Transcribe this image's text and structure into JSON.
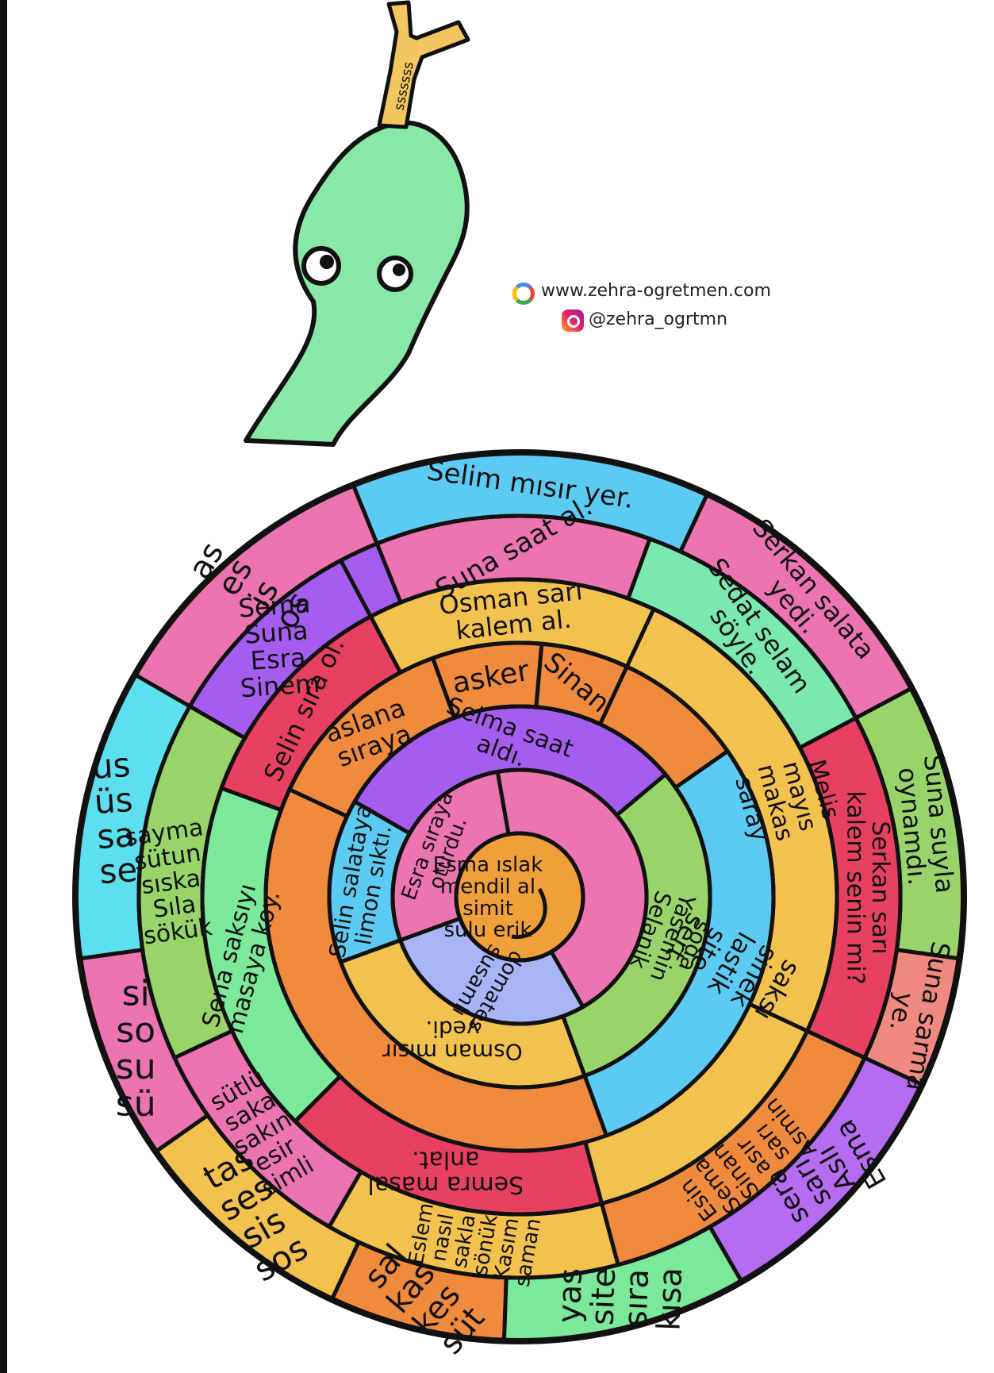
{
  "credits": {
    "website": "www.zehra-ogretmen.com",
    "instagram": "@zehra_ogrtmn"
  },
  "colors": {
    "snake_head": "#88e8a8",
    "tongue": "#f3c660",
    "outline": "#111111"
  },
  "tongue_text": "sssssss",
  "segments": [
    {
      "id": "seg-as",
      "color": "#ec74b0",
      "lines": [
        "as",
        "es",
        "is",
        "os"
      ]
    },
    {
      "id": "seg-sema-list",
      "color": "#a55df0",
      "lines": [
        "Sema",
        "Suna",
        "Esra",
        "Sinem"
      ]
    },
    {
      "id": "seg-us",
      "color": "#5ce0f0",
      "lines": [
        "us",
        "üs",
        "sa",
        "se"
      ]
    },
    {
      "id": "seg-si",
      "color": "#ec74b0",
      "lines": [
        "si",
        "so",
        "su",
        "sü"
      ]
    },
    {
      "id": "seg-sayma",
      "color": "#98d46a",
      "lines": [
        "sayma",
        "sütun",
        "sıska",
        "Sıla",
        "sökük"
      ]
    },
    {
      "id": "seg-tas",
      "color": "#f3c14d",
      "lines": [
        "tas",
        "ses",
        "sis",
        "sos"
      ]
    },
    {
      "id": "seg-sutlu",
      "color": "#ec74b0",
      "lines": [
        "sütlü",
        "saka",
        "sakın",
        "esir",
        "simli"
      ]
    },
    {
      "id": "seg-sal",
      "color": "#f08a3c",
      "lines": [
        "sal",
        "kas",
        "kes",
        "süt"
      ]
    },
    {
      "id": "seg-eslem",
      "color": "#f3c14d",
      "lines": [
        "Eslem",
        "nasıl",
        "sakla",
        "sönük",
        "Kasım",
        "saman"
      ]
    },
    {
      "id": "seg-yas",
      "color": "#7be89a",
      "lines": [
        "yas",
        "site",
        "sıra",
        "kısa"
      ]
    },
    {
      "id": "seg-sera",
      "color": "#b56cf0",
      "lines": [
        "sera",
        "sarı",
        "Aslı",
        "Esma"
      ]
    },
    {
      "id": "seg-esin",
      "color": "#f08a3c",
      "lines": [
        "Esin",
        "Sema",
        "Sinan",
        "asır",
        "sarı",
        "Asmin"
      ]
    },
    {
      "id": "seg-suna-saat",
      "color": "#ec74b0",
      "lines": [
        "Suna saat al."
      ]
    },
    {
      "id": "seg-selim",
      "color": "#5ccbf3",
      "lines": [
        "Selim mısır yer."
      ]
    },
    {
      "id": "seg-serkan-salata",
      "color": "#ec74b0",
      "lines": [
        "Serkan salata",
        "yedi."
      ]
    },
    {
      "id": "seg-suna-suyla",
      "color": "#98d46a",
      "lines": [
        "Suna suyla",
        "oynamdı."
      ]
    },
    {
      "id": "seg-suna-sarma",
      "color": "#f08a80",
      "lines": [
        "Suna sarma",
        "ye."
      ]
    },
    {
      "id": "seg-osman-kalem",
      "color": "#f3c14d",
      "lines": [
        "Osman sarı",
        "kalem al."
      ]
    },
    {
      "id": "seg-sedat",
      "color": "#7be8b0",
      "lines": [
        "Sedat selam",
        "söyle."
      ]
    },
    {
      "id": "seg-serkan-kalem",
      "color": "#e84060",
      "lines": [
        "Serkan sarı",
        "kalem senin mi?"
      ]
    },
    {
      "id": "seg-selin-sira",
      "color": "#e84060",
      "lines": [
        "Selin sıra ol."
      ]
    },
    {
      "id": "seg-sena",
      "color": "#7be89a",
      "lines": [
        "Sena saksıyı",
        "masaya koy."
      ]
    },
    {
      "id": "seg-semra",
      "color": "#e84060",
      "lines": [
        "Semra masal",
        "anlat."
      ]
    },
    {
      "id": "seg-aslana",
      "color": "#f08a3c",
      "lines": [
        "aslana",
        "sıraya"
      ]
    },
    {
      "id": "seg-asker",
      "color": "#f08a3c",
      "lines": [
        "asker"
      ]
    },
    {
      "id": "seg-sinan",
      "color": "#f08a3c",
      "lines": [
        "Sinan"
      ]
    },
    {
      "id": "seg-melis",
      "color": "#f3c14d",
      "lines": [
        "Melis",
        "mayıs",
        "makas",
        "saray"
      ]
    },
    {
      "id": "seg-saksi",
      "color": "#5ccbf3",
      "lines": [
        "saksı",
        "sinek",
        "lastik",
        "site",
        "sert"
      ]
    },
    {
      "id": "seg-selin-salata",
      "color": "#5ccbf3",
      "lines": [
        "Selin salataya",
        "limon sıktı."
      ]
    },
    {
      "id": "seg-osman-misir",
      "color": "#f3c14d",
      "lines": [
        "Osman mısır",
        "yedi."
      ]
    },
    {
      "id": "seg-selma",
      "color": "#a55df0",
      "lines": [
        "Selma saat",
        "aldı."
      ]
    },
    {
      "id": "seg-yasemin",
      "color": "#98d46a",
      "lines": [
        "soda",
        "Yasemin",
        "Selanik"
      ]
    },
    {
      "id": "seg-esra",
      "color": "#ec74b0",
      "lines": [
        "Esra sıraya",
        "oturdu."
      ]
    },
    {
      "id": "seg-domates",
      "color": "#a8b4f5",
      "lines": [
        "domates",
        "susamlı"
      ]
    },
    {
      "id": "seg-center",
      "color": "#f0a038",
      "lines": [
        "Esma ıslak",
        "mendil al",
        "simit",
        "sulu erik"
      ]
    }
  ]
}
